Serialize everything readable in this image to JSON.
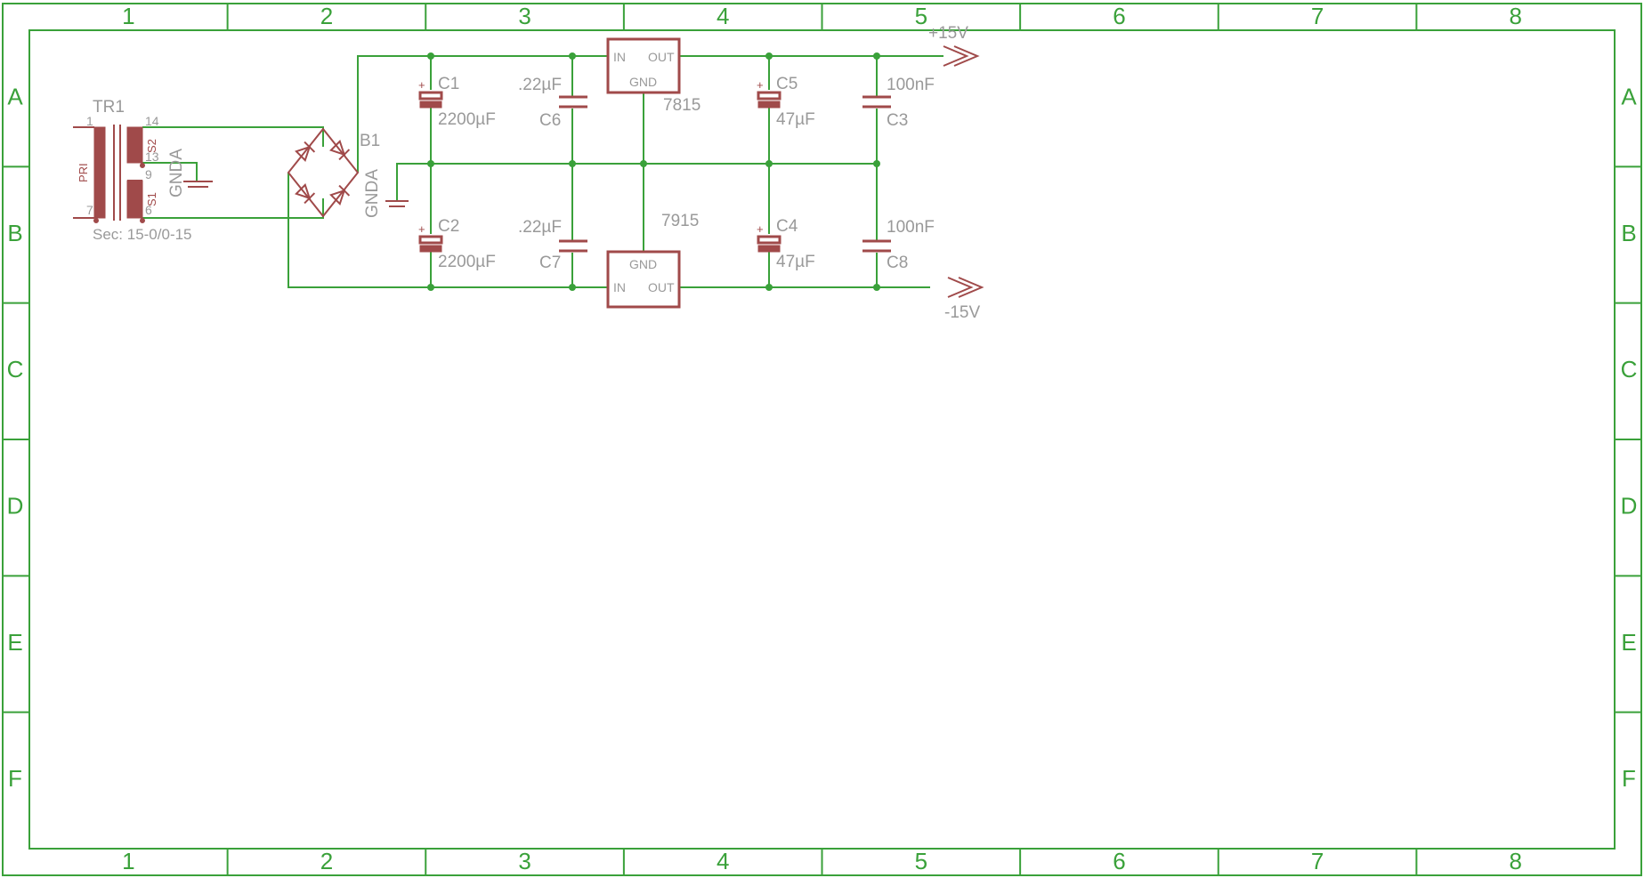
{
  "frame": {
    "columns": [
      "1",
      "2",
      "3",
      "4",
      "5",
      "6",
      "7",
      "8"
    ],
    "rows": [
      "A",
      "B",
      "C",
      "D",
      "E",
      "F"
    ]
  },
  "colors": {
    "wire": "#3aa13a",
    "part": "#a04a4a",
    "label": "#999999"
  },
  "transformer": {
    "name": "TR1",
    "value": "Sec: 15-0/0-15",
    "pri_label": "PRI",
    "sec1_label": "S1",
    "sec2_label": "S2",
    "pin_1": "1",
    "pin_7": "7",
    "pin_14": "14",
    "pin_13": "13",
    "pin_9": "9",
    "pin_6": "6"
  },
  "ground_labels": {
    "left": "GNDA",
    "middle": "GNDA"
  },
  "bridge": {
    "name": "B1"
  },
  "regulators": {
    "positive": {
      "value": "7815",
      "in_label": "IN",
      "out_label": "OUT",
      "gnd_label": "GND"
    },
    "negative": {
      "value": "7915",
      "in_label": "IN",
      "out_label": "OUT",
      "gnd_label": "GND"
    }
  },
  "capacitors": {
    "c1": {
      "name": "C1",
      "value": "2200µF"
    },
    "c2": {
      "name": "C2",
      "value": "2200µF"
    },
    "c6": {
      "name": "C6",
      "value": ".22µF"
    },
    "c7": {
      "name": "C7",
      "value": ".22µF"
    },
    "c5": {
      "name": "C5",
      "value": "47µF"
    },
    "c4": {
      "name": "C4",
      "value": "47µF"
    },
    "c3": {
      "name": "C3",
      "value": "100nF"
    },
    "c8": {
      "name": "C8",
      "value": "100nF"
    },
    "polarity": "+"
  },
  "supplies": {
    "positive": "+15V",
    "negative": "-15V"
  }
}
